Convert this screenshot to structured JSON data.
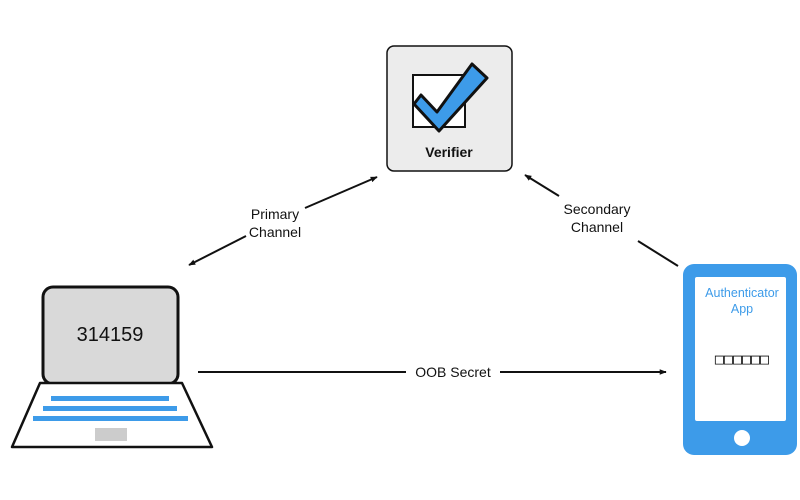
{
  "verifier": {
    "label": "Verifier"
  },
  "laptop": {
    "screen_code": "314159"
  },
  "phone": {
    "app_label_line1": "Authenticator",
    "app_label_line2": "App",
    "code_placeholder": "□□□□□□"
  },
  "channels": {
    "primary_line1": "Primary",
    "primary_line2": "Channel",
    "secondary_line1": "Secondary",
    "secondary_line2": "Channel",
    "oob": "OOB Secret"
  },
  "colors": {
    "accent": "#3d9be9",
    "screen_gray": "#d9d9d9",
    "box_gray": "#ececec",
    "stroke": "#111111"
  },
  "icons": {
    "verifier": "checkbox-checkmark-icon",
    "client": "laptop-icon",
    "authenticator": "smartphone-icon"
  }
}
